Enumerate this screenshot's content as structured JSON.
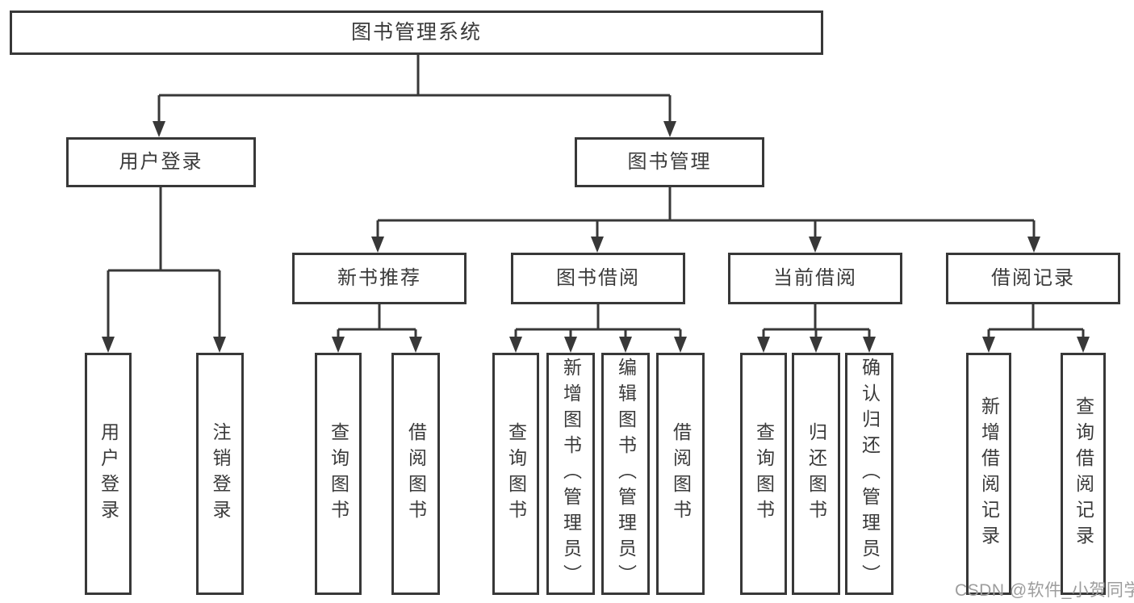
{
  "colors": {
    "background": "#ffffff",
    "line": "#383838",
    "text": "#3a3a3a",
    "watermark": "#9d9d9d"
  },
  "root": {
    "label": "图书管理系统"
  },
  "branches": {
    "user_login": {
      "label": "用户登录",
      "children": [
        "用户登录",
        "注销登录"
      ]
    },
    "book_management": {
      "label": "图书管理",
      "sections": [
        {
          "label": "新书推荐",
          "children": [
            "查询图书",
            "借阅图书"
          ]
        },
        {
          "label": "图书借阅",
          "children": [
            "查询图书",
            "新增图书（管理员）",
            "编辑图书（管理员）",
            "借阅图书"
          ]
        },
        {
          "label": "当前借阅",
          "children": [
            "查询图书",
            "归还图书",
            "确认归还（管理员）"
          ]
        },
        {
          "label": "借阅记录",
          "children": [
            "新增借阅记录",
            "查询借阅记录"
          ]
        }
      ]
    }
  },
  "watermark": "CSDN @软件_小贺同学"
}
